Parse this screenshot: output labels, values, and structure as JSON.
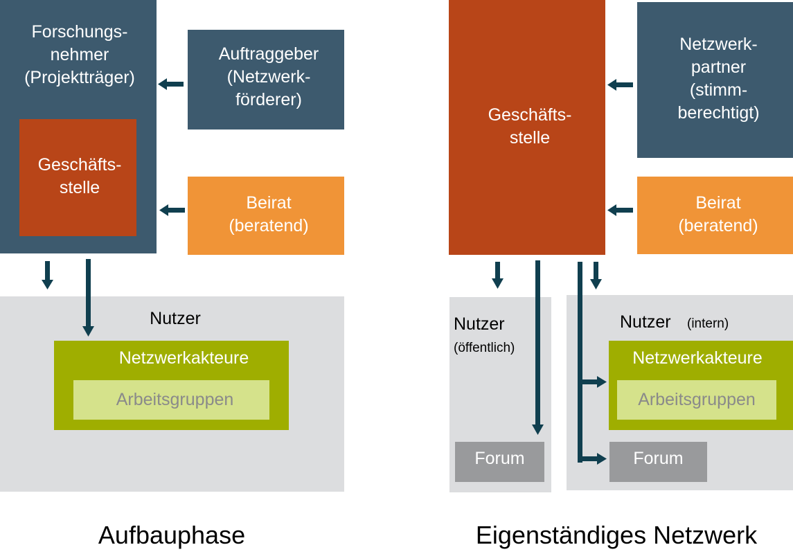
{
  "left": {
    "research": "Forschungs-\nnehmer\n(Projektträger)",
    "office": "Geschäfts-\nstelle",
    "client": "Auftraggeber\n(Netzwerk-\nförderer)",
    "advisory": "Beirat\n(beratend)",
    "users": "Nutzer",
    "actors": "Netzwerkakteure",
    "groups": "Arbeitsgruppen",
    "phase": "Aufbauphase"
  },
  "right": {
    "office": "Geschäfts-\nstelle",
    "partners": "Netzwerk-\npartner\n(stimm-\nberechtigt)",
    "advisory": "Beirat\n(beratend)",
    "public_users": "Nutzer",
    "public_users_note": "(öffentlich)",
    "internal_users": "Nutzer",
    "internal_users_note": "(intern)",
    "actors": "Netzwerkakteure",
    "groups": "Arbeitsgruppen",
    "public_forum": "Forum",
    "internal_forum": "Forum",
    "phase": "Eigenständiges Netzwerk"
  },
  "colors": {
    "slate": "#3d5a6e",
    "rust": "#b84518",
    "orange": "#f09437",
    "grey": "#dcdddf",
    "olive": "#9fae00",
    "pale_green": "#d5e28b",
    "forum_grey": "#999a9c",
    "arrow": "#103f4f"
  }
}
